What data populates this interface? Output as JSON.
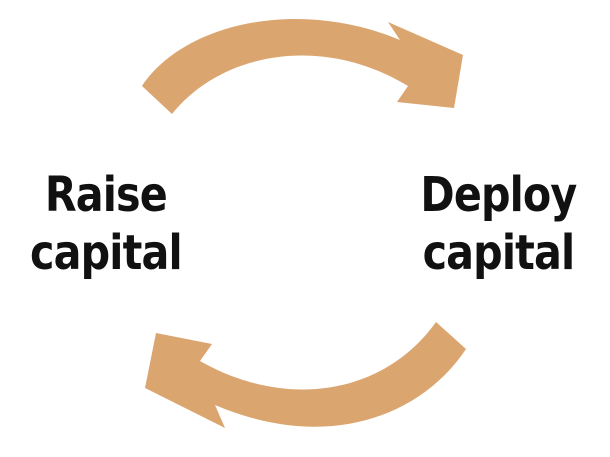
{
  "nodes": {
    "left": {
      "line1": "Raise",
      "line2": "capital"
    },
    "right": {
      "line1": "Deploy",
      "line2": "capital"
    }
  },
  "colors": {
    "arrow": "#DBA56F",
    "text": "#111111",
    "background": "#FFFFFF"
  },
  "icons": {
    "top": "curved-arrow-right-icon",
    "bottom": "curved-arrow-left-icon"
  }
}
